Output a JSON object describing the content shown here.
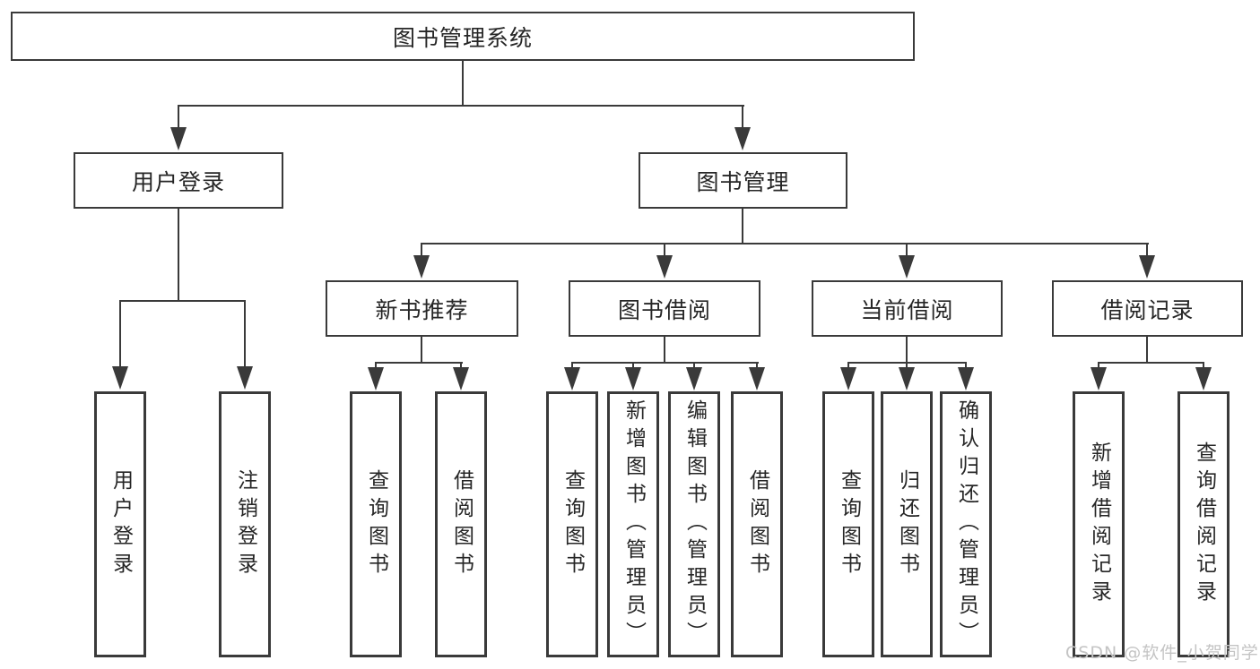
{
  "colors": {
    "line": "#3a3a3a",
    "box_border": "#3a3a3a",
    "text": "#262626",
    "watermark": "#c4c4c4",
    "background": "#ffffff"
  },
  "tree": {
    "label": "图书管理系统",
    "children": [
      {
        "label": "用户登录",
        "children": [
          {
            "label": "用户登录"
          },
          {
            "label": "注销登录"
          }
        ]
      },
      {
        "label": "图书管理",
        "children": [
          {
            "label": "新书推荐",
            "children": [
              {
                "label": "查询图书"
              },
              {
                "label": "借阅图书"
              }
            ]
          },
          {
            "label": "图书借阅",
            "children": [
              {
                "label": "查询图书"
              },
              {
                "label": "新增图书（管理员）"
              },
              {
                "label": "编辑图书（管理员）"
              },
              {
                "label": "借阅图书"
              }
            ]
          },
          {
            "label": "当前借阅",
            "children": [
              {
                "label": "查询图书"
              },
              {
                "label": "归还图书"
              },
              {
                "label": "确认归还（管理员）"
              }
            ]
          },
          {
            "label": "借阅记录",
            "children": [
              {
                "label": "新增借阅记录"
              },
              {
                "label": "查询借阅记录"
              }
            ]
          }
        ]
      }
    ]
  },
  "watermark": "CSDN @软件_小贺同学"
}
